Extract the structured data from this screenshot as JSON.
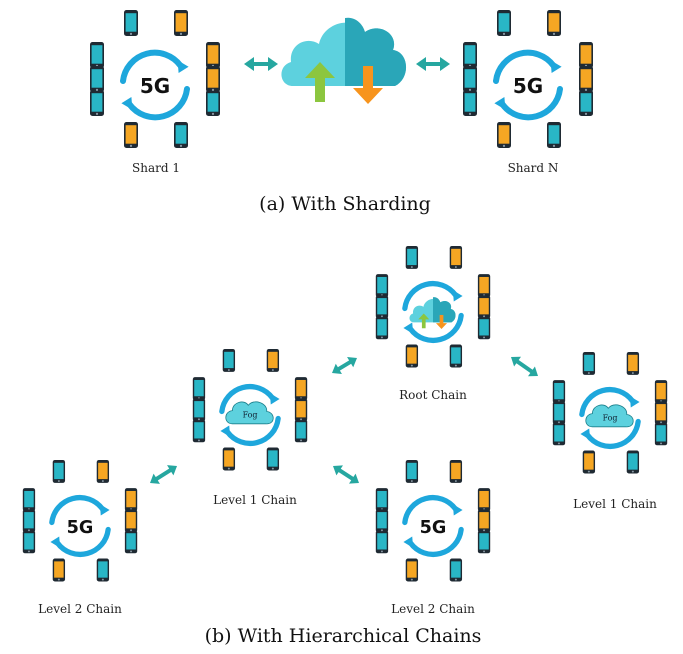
{
  "colors": {
    "phone_teal": "#29b6c6",
    "phone_orange": "#f5a623",
    "phone_body": "#1f2a33",
    "arrow_blue": "#1ea7dc",
    "link_teal": "#26a7a0",
    "cloud_light": "#5dd1de",
    "cloud_dark": "#2aa6b8",
    "up_arrow_green": "#8cc63f",
    "down_arrow_orange": "#f7941d"
  },
  "sharding": {
    "caption": "(a) With Sharding",
    "left_cluster": {
      "center_text": "5G",
      "label": "Shard 1"
    },
    "right_cluster": {
      "center_text": "5G",
      "label": "Shard N"
    },
    "center_icon": "cloud-upload-download-icon"
  },
  "hierarchy": {
    "caption": "(b) With Hierarchical Chains",
    "root": {
      "center_icon": "cloud-icon",
      "label": "Root Chain"
    },
    "level1_left": {
      "center_text": "Fog",
      "label": "Level 1 Chain"
    },
    "level1_right": {
      "center_text": "Fog",
      "label": "Level 1 Chain"
    },
    "level2_left": {
      "center_text": "5G",
      "label": "Level 2 Chain"
    },
    "level2_right": {
      "center_text": "5G",
      "label": "Level 2 Chain"
    }
  }
}
